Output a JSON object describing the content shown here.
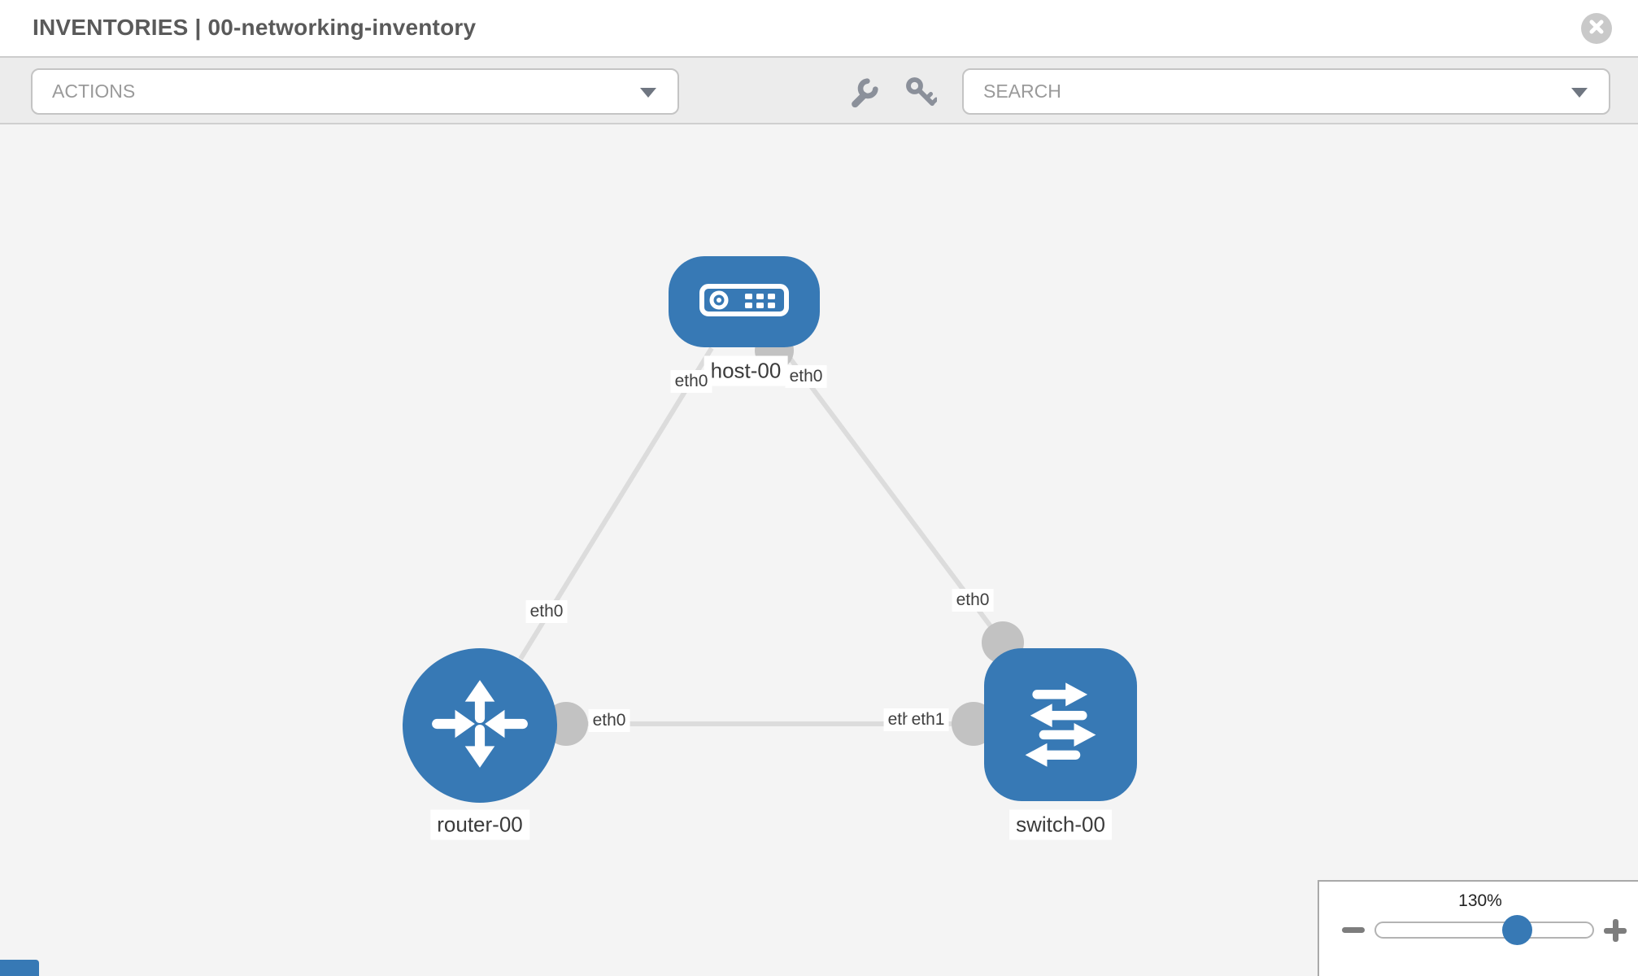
{
  "header": {
    "title": "INVENTORIES | 00-networking-inventory"
  },
  "toolbar": {
    "actions_placeholder": "ACTIONS",
    "search_placeholder": "SEARCH",
    "icon_names": [
      "wrench-icon",
      "key-icon"
    ]
  },
  "canvas": {
    "nodes": [
      {
        "id": "host-00",
        "type": "host",
        "label": "host-00"
      },
      {
        "id": "router-00",
        "type": "router",
        "label": "router-00"
      },
      {
        "id": "switch-00",
        "type": "switch",
        "label": "switch-00"
      }
    ],
    "links": [
      {
        "from": "host-00",
        "to": "router-00",
        "from_interface": "eth0",
        "to_interface": "eth0"
      },
      {
        "from": "host-00",
        "to": "switch-00",
        "from_interface": "eth0",
        "to_interface": "eth0"
      },
      {
        "from": "router-00",
        "to": "switch-00",
        "from_interface": "eth0",
        "to_interface": "eth1"
      }
    ],
    "interface_labels": [
      {
        "text": "eth0"
      },
      {
        "text": "eth0"
      },
      {
        "text": "eth0"
      },
      {
        "text": "eth0"
      },
      {
        "text": "eth0"
      },
      {
        "text": "eth0"
      },
      {
        "text": "eth1"
      }
    ]
  },
  "zoom_control": {
    "percent": "130%"
  },
  "colors": {
    "node_blue": "#3779b5",
    "link_gray": "#dcdcdc",
    "connector_gray": "#c2c2c2",
    "toolbar_bg": "#ececec",
    "canvas_bg": "#f4f4f4"
  }
}
